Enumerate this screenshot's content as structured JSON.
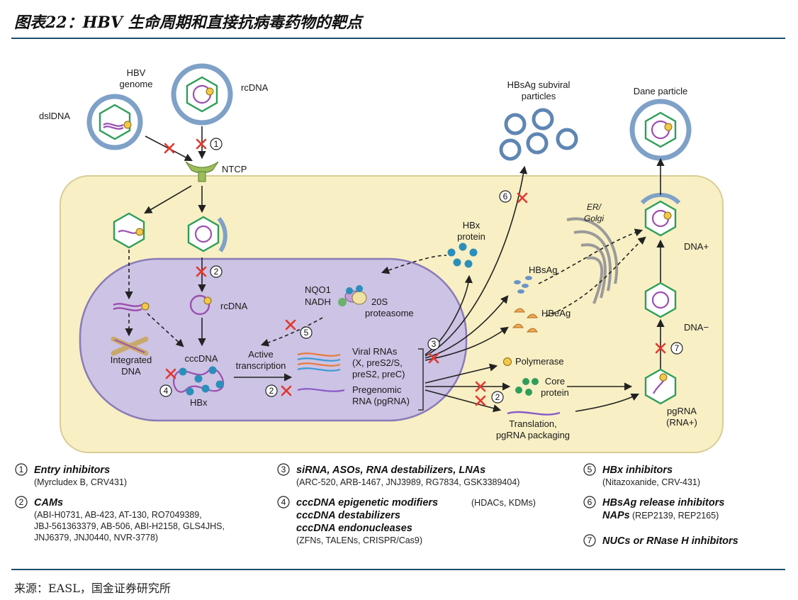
{
  "title": "图表22：HBV 生命周期和直接抗病毒药物的靶点",
  "source": "来源：EASL，国金证券研究所",
  "colors": {
    "cell": "#f8efc4",
    "nucleus": "#cdc3e4",
    "envelope": "#7fa1c8",
    "capsid": "#2f9e58",
    "genome": "#9b4fb0",
    "inhibit": "#e2382e",
    "bead": "#2a8fba"
  },
  "labels": {
    "hbv_genome": [
      "HBV",
      "genome"
    ],
    "dsldna": "dslDNA",
    "rcdna_top": "rcDNA",
    "ntcp": "NTCP",
    "rcdna_nuc": "rcDNA",
    "integrated": [
      "Integrated",
      "DNA"
    ],
    "cccdna": "cccDNA",
    "hbx_nuc": "HBx",
    "active_transcription": [
      "Active",
      "transcription"
    ],
    "nqo1": "NQO1",
    "nadh": "NADH",
    "proteasome": [
      "20S",
      "proteasome"
    ],
    "viral_rnas": [
      "Viral RNAs",
      "(X, preS2/S,",
      "preS2, preC)"
    ],
    "pregenomic": [
      "Pregenomic",
      "RNA (pgRNA)"
    ],
    "hbx_protein": [
      "HBx",
      "protein"
    ],
    "hbsag_subviral": [
      "HBsAg subviral",
      "particles"
    ],
    "dane": "Dane particle",
    "er_golgi": [
      "ER/",
      "Golgi"
    ],
    "hbsag": "HBsAg",
    "hbeag": "HBeAg",
    "polymerase": "Polymerase",
    "core_protein": [
      "Core",
      "protein"
    ],
    "translation": [
      "Translation,",
      "pgRNA packaging"
    ],
    "dna_plus": "DNA+",
    "dna_minus": "DNA−",
    "pgrna": [
      "pgRNA",
      "(RNA+)"
    ]
  },
  "markers": [
    "1",
    "2",
    "3",
    "4",
    "5",
    "6",
    "7"
  ],
  "legend": [
    {
      "num": "1",
      "heading": "Entry inhibitors",
      "lines": [
        "(Myrcludex B, CRV431)"
      ]
    },
    {
      "num": "2",
      "heading": "CAMs",
      "lines": [
        "(ABI-H0731, AB-423, AT-130, RO7049389,",
        "JBJ-561363379, AB-506, ABI-H2158, GLS4JHS,",
        "JNJ6379, JNJ0440, NVR-3778)"
      ]
    },
    {
      "num": "3",
      "heading": "siRNA, ASOs, RNA destabilizers, LNAs",
      "lines": [
        "(ARC-520, ARB-1467, JNJ3989, RG7834, GSK3389404)"
      ]
    },
    {
      "num": "4",
      "heading": "cccDNA epigenetic modifiers",
      "heading_suffix": "(HDACs, KDMs)",
      "extra_headings": [
        "cccDNA destabilizers",
        "cccDNA endonucleases"
      ],
      "lines": [
        "(ZFNs, TALENs, CRISPR/Cas9)"
      ]
    },
    {
      "num": "5",
      "heading": "HBx inhibitors",
      "lines": [
        "(Nitazoxanide, CRV-431)"
      ]
    },
    {
      "num": "6",
      "heading": "HBsAg release inhibitors",
      "extra_headings": [
        "NAPs"
      ],
      "extra_suffix": "(REP2139, REP2165)",
      "lines": []
    },
    {
      "num": "7",
      "heading": "NUCs or RNase H inhibitors",
      "lines": []
    }
  ]
}
